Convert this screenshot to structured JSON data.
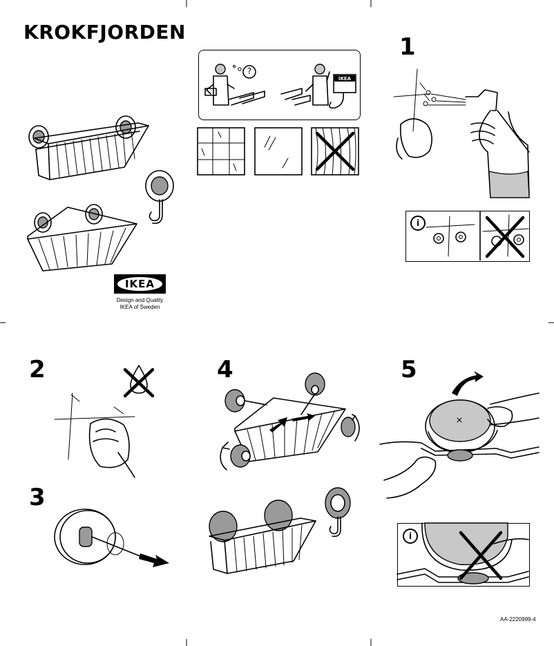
{
  "product": {
    "name": "KROKFJORDEN"
  },
  "brand": {
    "logo_text": "IKEA",
    "tagline_line1": "Design and Quality",
    "tagline_line2": "IKEA of Sweden"
  },
  "steps": [
    {
      "number": "1"
    },
    {
      "number": "2"
    },
    {
      "number": "3"
    },
    {
      "number": "4"
    },
    {
      "number": "5"
    }
  ],
  "info_icon": "i",
  "help_box": {
    "sign_text": "IKEA",
    "question_mark": "?"
  },
  "document": {
    "id": "AA-2220999-4"
  },
  "colors": {
    "ink": "#000000",
    "grey_fill": "#9a9a9a",
    "light_grey": "#c8c8c8",
    "paper": "#ffffff"
  }
}
